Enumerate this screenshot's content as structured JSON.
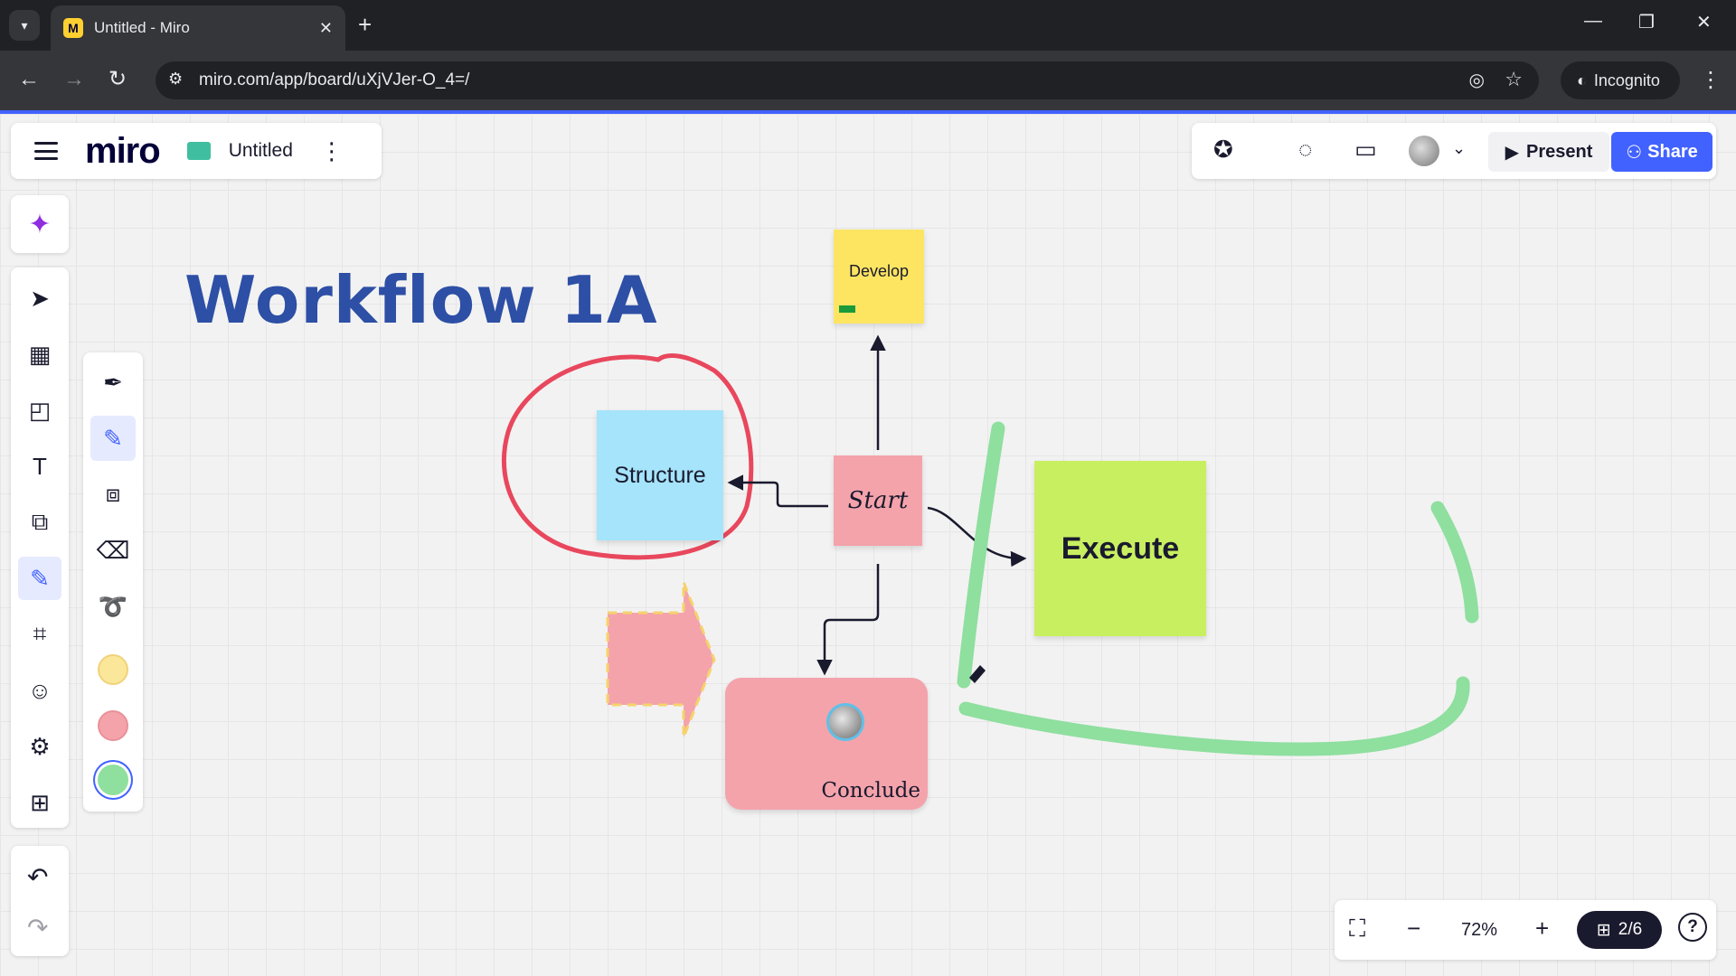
{
  "browser": {
    "tab_title": "Untitled - Miro",
    "favicon_letter": "M",
    "url": "miro.com/app/board/uXjVJer-O_4=/",
    "incognito_label": "Incognito"
  },
  "header": {
    "logo": "miro",
    "board_name": "Untitled",
    "present_label": "Present",
    "share_label": "Share"
  },
  "board": {
    "title": "Workflow 1A",
    "stickies": {
      "develop": "Develop",
      "structure": "Structure",
      "start": "Start",
      "execute": "Execute",
      "conclude": "Conclude"
    }
  },
  "colors": {
    "accent": "#4262ff",
    "title": "#2d4fa5",
    "circle_stroke": "#e8475d",
    "highlighter": "#8fdf9f",
    "swatches": [
      "#fbe79a",
      "#f4a3ab",
      "#8fdf9f"
    ]
  },
  "zoom": {
    "level": "72%",
    "pages": "2/6"
  }
}
